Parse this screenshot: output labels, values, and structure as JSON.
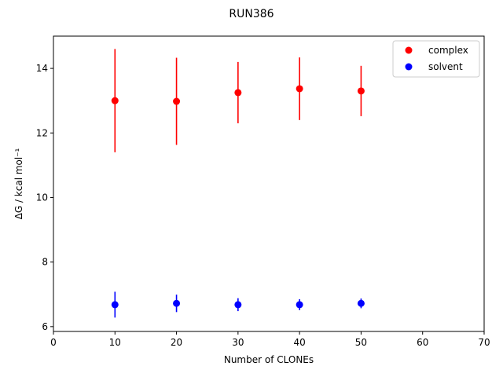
{
  "chart_data": {
    "type": "scatter",
    "title": "RUN386",
    "xlabel": "Number of CLONEs",
    "ylabel": "ΔG / kcal mol⁻¹",
    "xlim": [
      0,
      70
    ],
    "ylim": [
      5.85,
      15.0
    ],
    "xticks": [
      0,
      10,
      20,
      30,
      40,
      50,
      60,
      70
    ],
    "yticks": [
      6,
      8,
      10,
      12,
      14
    ],
    "grid": false,
    "legend_position": "top-right",
    "series": [
      {
        "name": "complex",
        "color": "#ff0000",
        "points": [
          {
            "x": 10,
            "y": 13.0,
            "err": 1.6
          },
          {
            "x": 20,
            "y": 12.98,
            "err": 1.35
          },
          {
            "x": 30,
            "y": 13.25,
            "err": 0.95
          },
          {
            "x": 40,
            "y": 13.37,
            "err": 0.97
          },
          {
            "x": 50,
            "y": 13.3,
            "err": 0.78
          }
        ]
      },
      {
        "name": "solvent",
        "color": "#0000ff",
        "points": [
          {
            "x": 10,
            "y": 6.68,
            "err": 0.4
          },
          {
            "x": 20,
            "y": 6.72,
            "err": 0.27
          },
          {
            "x": 30,
            "y": 6.68,
            "err": 0.2
          },
          {
            "x": 40,
            "y": 6.68,
            "err": 0.17
          },
          {
            "x": 50,
            "y": 6.72,
            "err": 0.15
          }
        ]
      }
    ]
  }
}
